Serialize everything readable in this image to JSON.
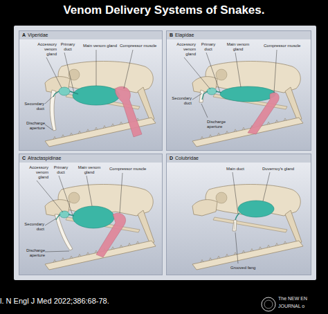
{
  "diagram": {
    "title": "Venom Delivery Systems of Snakes.",
    "caption": "l. N Engl J Med 2022;386:68-78.",
    "nodes": [
      {
        "text": [
          "A",
          "Viperidae",
          "Accessory venom gland",
          "Primary duct",
          "Main venom gland",
          "Compressor muscle",
          "Secondary duct",
          "Discharge aperture"
        ]
      },
      {
        "text": [
          "B",
          "Elapidae",
          "Accessory venom gland",
          "Primary duct",
          "Main venom gland",
          "Compressor muscle",
          "Secondary duct",
          "Discharge aperture"
        ]
      },
      {
        "text": [
          "C",
          "Atractaspidinae",
          "Accessory venom gland",
          "Primary duct",
          "Main venom gland",
          "Compressor muscle",
          "Secondary duct",
          "Discharge aperture"
        ]
      },
      {
        "text": [
          "D",
          "Colubridae",
          "Duvernoy's gland",
          "Main duct",
          "Grooved fang"
        ]
      }
    ],
    "labels": [
      "The NEW EN",
      "JOURNAL o"
    ]
  }
}
